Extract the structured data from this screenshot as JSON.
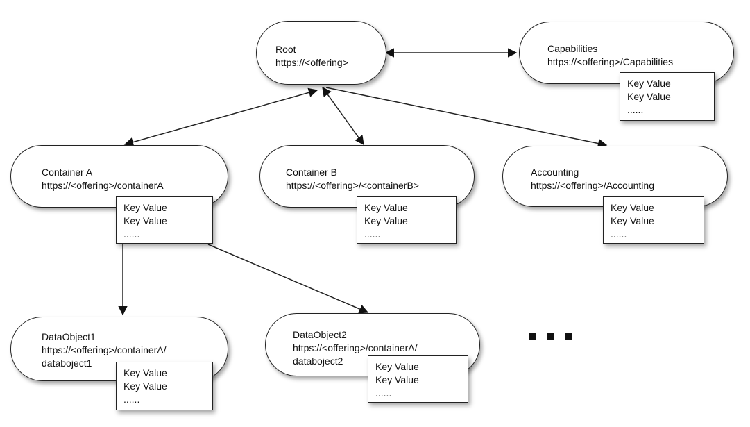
{
  "nodes": {
    "root": {
      "title": "Root",
      "url": "https://<offering>"
    },
    "capabilities": {
      "title": "Capabilities",
      "url": "https://<offering>/Capabilities"
    },
    "container_a": {
      "title": "Container A",
      "url": "https://<offering>/containerA"
    },
    "container_b": {
      "title": "Container B",
      "url": "https://<offering>/<containerB>"
    },
    "accounting": {
      "title": "Accounting",
      "url": "https://<offering>/Accounting"
    },
    "dataobject1": {
      "title": "DataObject1",
      "url": "https://<offering>/containerA/",
      "url2": "databoject1"
    },
    "dataobject2": {
      "title": "DataObject2",
      "url": "https://<offering>/containerA/",
      "url2": "databoject2"
    }
  },
  "metadata_box": {
    "line1": "Key Value",
    "line2": "Key Value",
    "line3": "......"
  },
  "edges": [
    {
      "from": "root",
      "to": "capabilities",
      "direction": "both"
    },
    {
      "from": "root",
      "to": "container_a",
      "direction": "both"
    },
    {
      "from": "root",
      "to": "container_b",
      "direction": "both"
    },
    {
      "from": "root",
      "to": "accounting",
      "direction": "to"
    },
    {
      "from": "container_a",
      "to": "dataobject1",
      "direction": "to"
    },
    {
      "from": "container_a",
      "to": "dataobject2",
      "direction": "to"
    }
  ],
  "colors": {
    "stroke": "#222222",
    "fill": "#ffffff"
  }
}
